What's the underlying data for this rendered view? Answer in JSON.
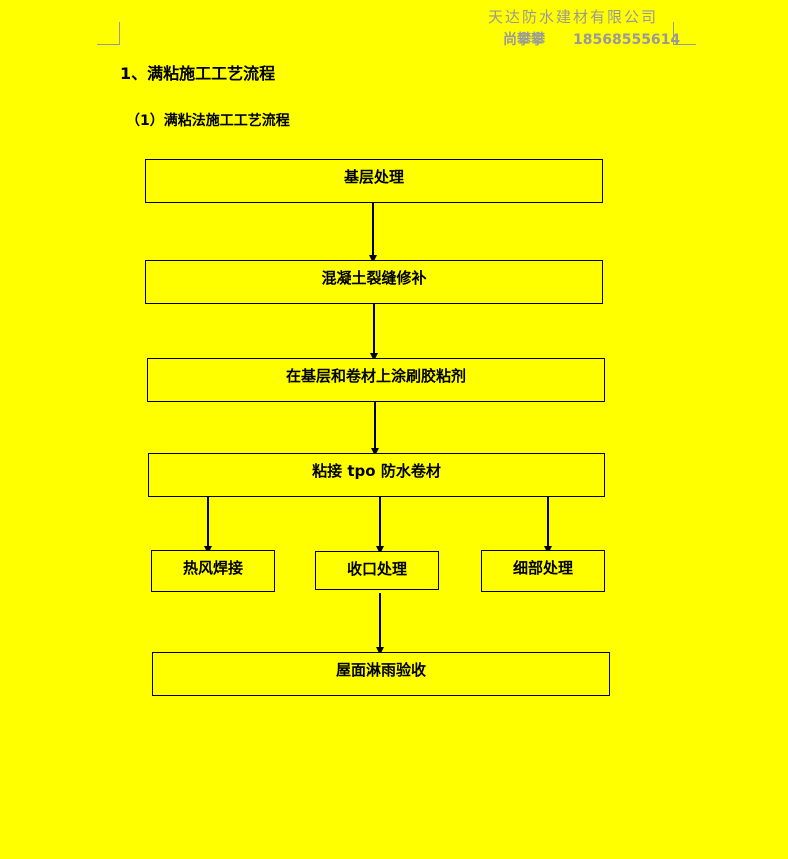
{
  "header": {
    "company": "天达防水建材有限公司",
    "contact_name": "尚攀攀",
    "contact_phone": "18568555614"
  },
  "section_title": "1、满粘施工工艺流程",
  "subsection_title": "（1）满粘法施工工艺流程",
  "flow": {
    "step1": "基层处理",
    "step2": "混凝土裂缝修补",
    "step3": "在基层和卷材上涂刷胶粘剂",
    "step4": "粘接 tpo 防水卷材",
    "branch1": "热风焊接",
    "branch2": "收口处理",
    "branch3": "细部处理",
    "final": "屋面淋雨验收"
  }
}
